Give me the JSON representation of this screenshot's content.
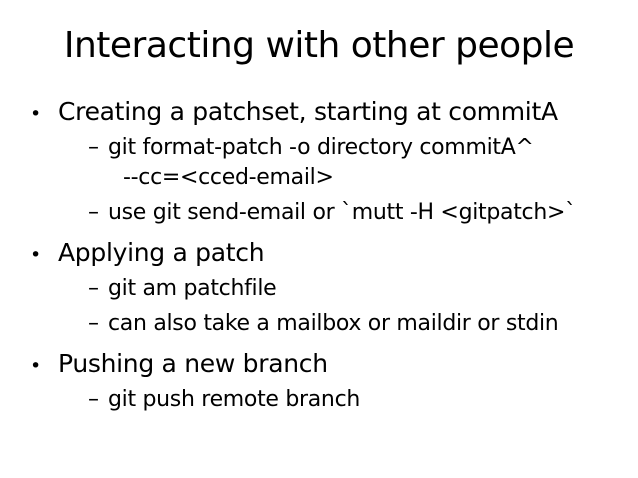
{
  "slide": {
    "title": "Interacting with other people",
    "bullet_char": "•",
    "sub_bullet_char": "–",
    "colors": {
      "background": "#ffffff",
      "text": "#000000"
    },
    "bullets": [
      {
        "label": "Creating a patchset, starting at commitA",
        "subs": [
          {
            "lines": [
              "git format-patch -o directory commitA^",
              "--cc=<cced-email>"
            ]
          },
          {
            "lines": [
              "use git send-email or `mutt -H <gitpatch>`"
            ]
          }
        ]
      },
      {
        "label": "Applying a patch",
        "subs": [
          {
            "lines": [
              "git am patchfile"
            ]
          },
          {
            "lines": [
              "can also take a mailbox or maildir or stdin"
            ]
          }
        ]
      },
      {
        "label": "Pushing a new branch",
        "subs": [
          {
            "lines": [
              "git push remote branch"
            ]
          }
        ]
      }
    ]
  }
}
